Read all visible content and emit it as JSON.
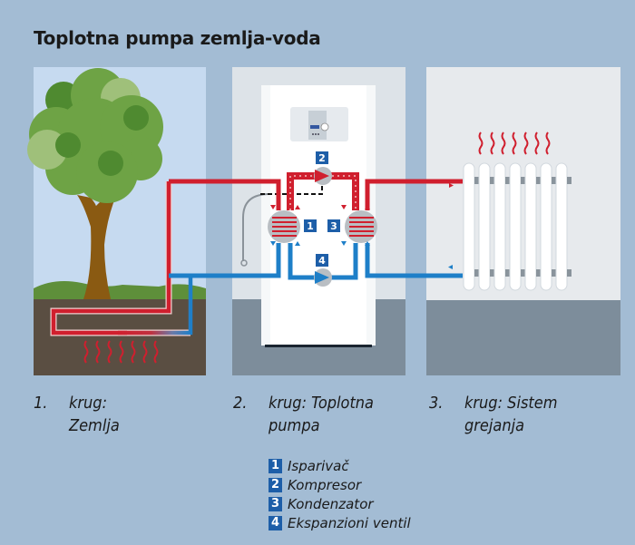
{
  "title": "Toplotna pumpa zemlja-voda",
  "colors": {
    "background": "#a3bcd4",
    "hot_pipe": "#d01f2e",
    "cold_pipe": "#1e7fc8",
    "badge": "#1d5ea8",
    "soil": "#5a4e42",
    "grass": "#5e8f3a",
    "sky": "#c6daf0"
  },
  "captions": [
    {
      "number": "1.",
      "text_line1": "krug:",
      "text_line2": "Zemlja"
    },
    {
      "number": "2.",
      "text_line1": "krug: Toplotna",
      "text_line2": "pumpa"
    },
    {
      "number": "3.",
      "text_line1": "krug: Sistem",
      "text_line2": "grejanja"
    }
  ],
  "components": [
    {
      "badge": "1",
      "label": "Isparivač"
    },
    {
      "badge": "2",
      "label": "Kompresor"
    },
    {
      "badge": "3",
      "label": "Kondenzator"
    },
    {
      "badge": "4",
      "label": "Ekspanzioni ventil"
    }
  ],
  "icons": {
    "tree": "tree-icon",
    "heat_pump": "heat-pump-unit-icon",
    "radiator": "radiator-icon",
    "heat_waves": "heat-wave-icon"
  }
}
